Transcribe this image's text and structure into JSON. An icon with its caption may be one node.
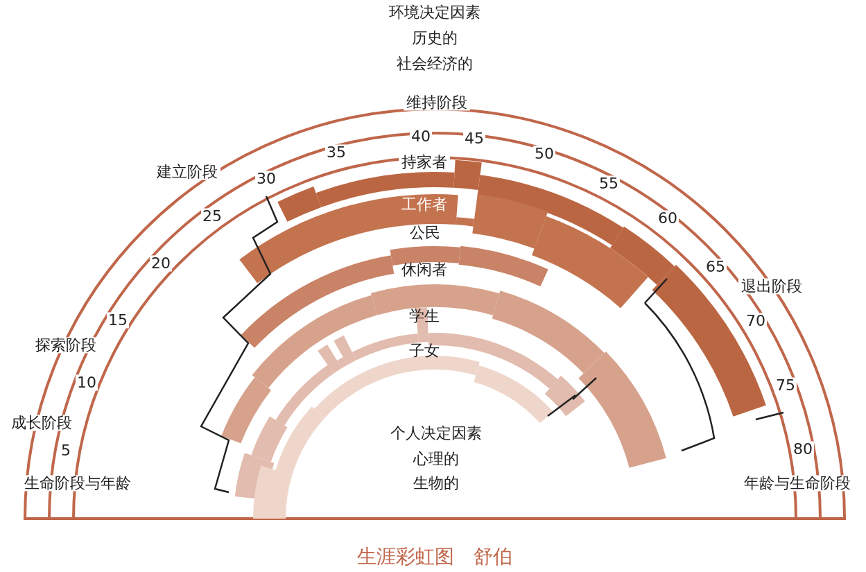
{
  "diagram": {
    "caption": "生涯彩虹图　舒伯",
    "labels": [
      "环境决定因素",
      "历史的",
      "社会经济的",
      "维持阶段",
      "建立阶段",
      "探索阶段",
      "成长阶段",
      "退出阶段",
      "5",
      "10",
      "15",
      "20",
      "25",
      "30",
      "35",
      "40",
      "45",
      "50",
      "55",
      "60",
      "65",
      "70",
      "75",
      "80",
      "生命阶段与年龄",
      "年龄与生命阶段",
      "持家者",
      "工作者",
      "公民",
      "休闲者",
      "学生",
      "子女",
      "个人决定因素",
      "心理的",
      "生物的"
    ]
  }
}
